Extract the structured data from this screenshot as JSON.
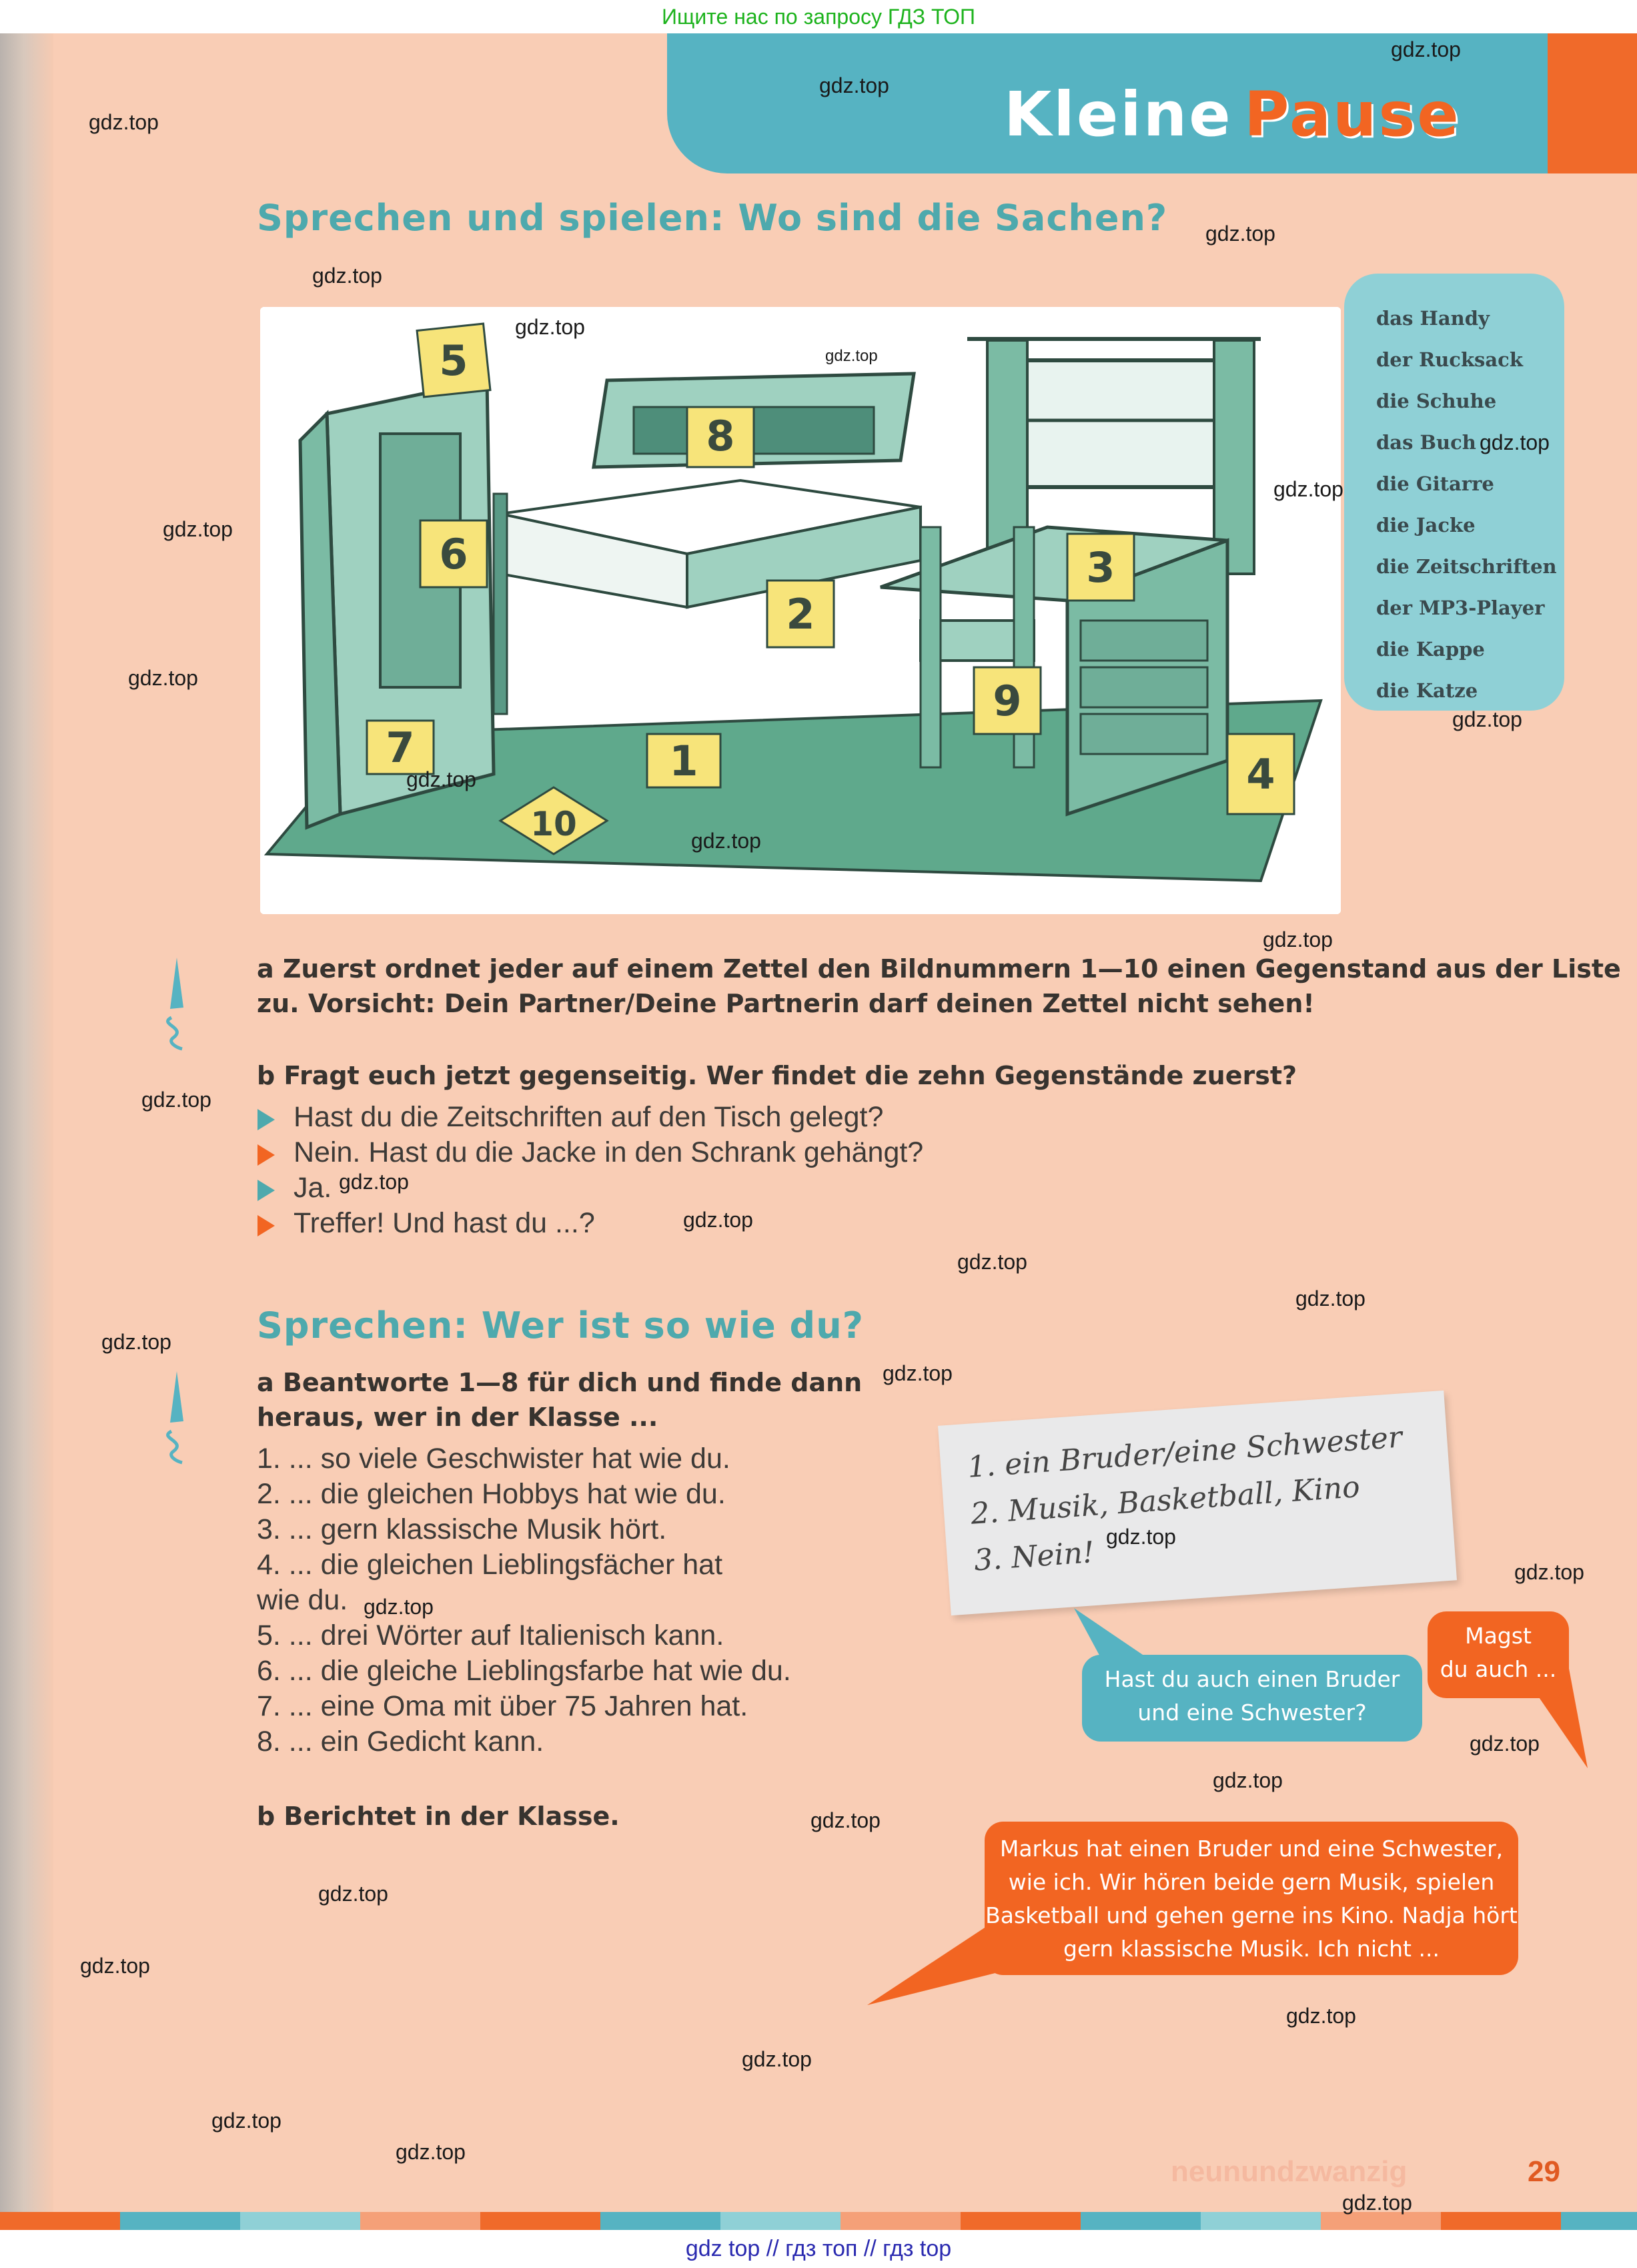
{
  "top_banner": "Ищите нас по запросу ГДЗ ТОП",
  "bottom_banner": "gdz top  //  гдз топ  //  гдз top",
  "header": {
    "title_word1": "Kleine",
    "title_word2": "Pause"
  },
  "section1": {
    "heading": "Sprechen und spielen: Wo sind die Sachen?",
    "wordlist": [
      "das Handy",
      "der Rucksack",
      "die Schuhe",
      "das Buch",
      "die Gitarre",
      "die Jacke",
      "die Zeitschriften",
      "der MP3-Player",
      "die Kappe",
      "die Katze"
    ],
    "illustration_numbers": [
      "5",
      "8",
      "6",
      "2",
      "3",
      "7",
      "1",
      "9",
      "4",
      "10"
    ],
    "task_a_line1": "a  Zuerst ordnet jeder auf einem Zettel den Bildnummern 1—10 einen Gegenstand aus der Liste",
    "task_a_line2": "zu. Vorsicht: Dein Partner/Deine Partnerin darf deinen Zettel nicht sehen!",
    "task_b": "b  Fragt euch jetzt gegenseitig. Wer findet die zehn Gegenstände zuerst?",
    "dialogue": [
      "Hast du die Zeitschriften auf den Tisch gelegt?",
      "Nein. Hast du die Jacke in den Schrank gehängt?",
      "Ja.",
      "Treffer! Und hast du ...?"
    ]
  },
  "section2": {
    "heading": "Sprechen: Wer ist so wie du?",
    "task_a_line1": "a  Beantworte 1—8 für dich und finde dann",
    "task_a_line2": "heraus, wer in der Klasse ...",
    "items": [
      "1. ... so viele Geschwister hat wie du.",
      "2. ... die gleichen Hobbys hat wie du.",
      "3. ... gern klassische Musik hört.",
      "4. ... die gleichen Lieblingsfächer hat",
      "wie du.",
      "5. ... drei Wörter auf Italienisch kann.",
      "6. ... die gleiche Lieblingsfarbe hat wie du.",
      "7. ... eine Oma mit über 75 Jahren hat.",
      "8. ... ein Gedicht kann."
    ],
    "task_b": "b  Berichtet in der Klasse.",
    "note_lines": [
      "1. ein Bruder/eine Schwester",
      "2. Musik, Basketball, Kino",
      "3. Nein!"
    ],
    "bubble_question": "Hast du auch einen Bruder und eine Schwester?",
    "bubble_question_l1": "Hast du auch einen Bruder",
    "bubble_question_l2": "und eine Schwester?",
    "bubble_magst_l1": "Magst",
    "bubble_magst_l2": "du auch ...",
    "bubble_report": [
      "Markus hat einen Bruder und eine Schwester,",
      "wie ich. Wir hören beide gern Musik, spielen",
      "Basketball und gehen gerne ins Kino. Nadja hört",
      "gern klassische Musik. Ich nicht ..."
    ]
  },
  "footer": {
    "page_word": "neunundzwanzig",
    "page_number": "29"
  },
  "watermark": "gdz.top",
  "colors": {
    "page_bg": "#f9cdb5",
    "teal": "#56b3c2",
    "orange": "#f26522",
    "light_teal": "#8fd0d6",
    "banner_green": "#1db31d"
  }
}
